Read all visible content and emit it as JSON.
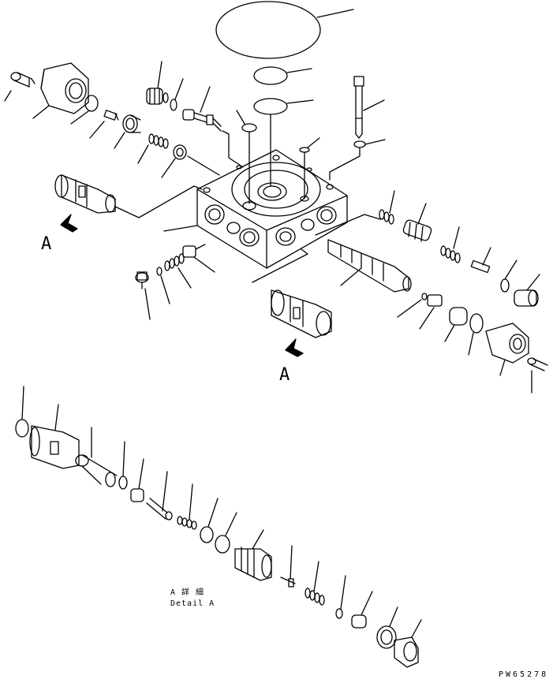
{
  "labels": {
    "view_a_left": "A",
    "view_a_center": "A",
    "detail_title": "A 詳 細",
    "detail_subtitle": "Detail A",
    "drawing_code": "PW65278"
  },
  "colors": {
    "ink": "#000000",
    "paper": "#ffffff"
  }
}
